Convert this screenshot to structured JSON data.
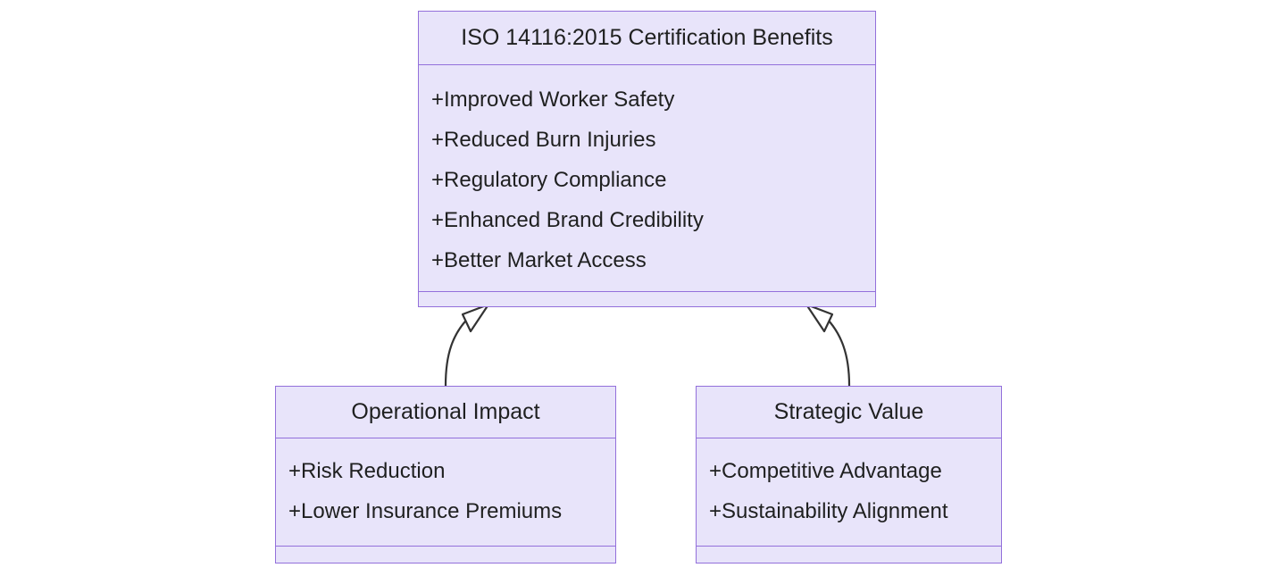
{
  "diagram": {
    "type": "uml-class-diagram",
    "colors": {
      "node_fill": "#e8e4fa",
      "node_border": "#9370db",
      "text": "#1f2020",
      "edge_line": "#333333",
      "background": "#ffffff"
    },
    "classes": {
      "main": {
        "title": "ISO 14116:2015 Certification Benefits",
        "attributes": [
          "+Improved Worker Safety",
          "+Reduced Burn Injuries",
          "+Regulatory Compliance",
          "+Enhanced Brand Credibility",
          "+Better Market Access"
        ],
        "methods": []
      },
      "left": {
        "title": "Operational Impact",
        "attributes": [
          "+Risk Reduction",
          "+Lower Insurance Premiums"
        ],
        "methods": []
      },
      "right": {
        "title": "Strategic Value",
        "attributes": [
          "+Competitive Advantage",
          "+Sustainability Alignment"
        ],
        "methods": []
      }
    },
    "relationships": [
      {
        "kind": "generalization",
        "from": "Operational Impact",
        "to": "ISO 14116:2015 Certification Benefits",
        "arrowhead": "hollow-triangle"
      },
      {
        "kind": "generalization",
        "from": "Strategic Value",
        "to": "ISO 14116:2015 Certification Benefits",
        "arrowhead": "hollow-triangle"
      }
    ]
  }
}
